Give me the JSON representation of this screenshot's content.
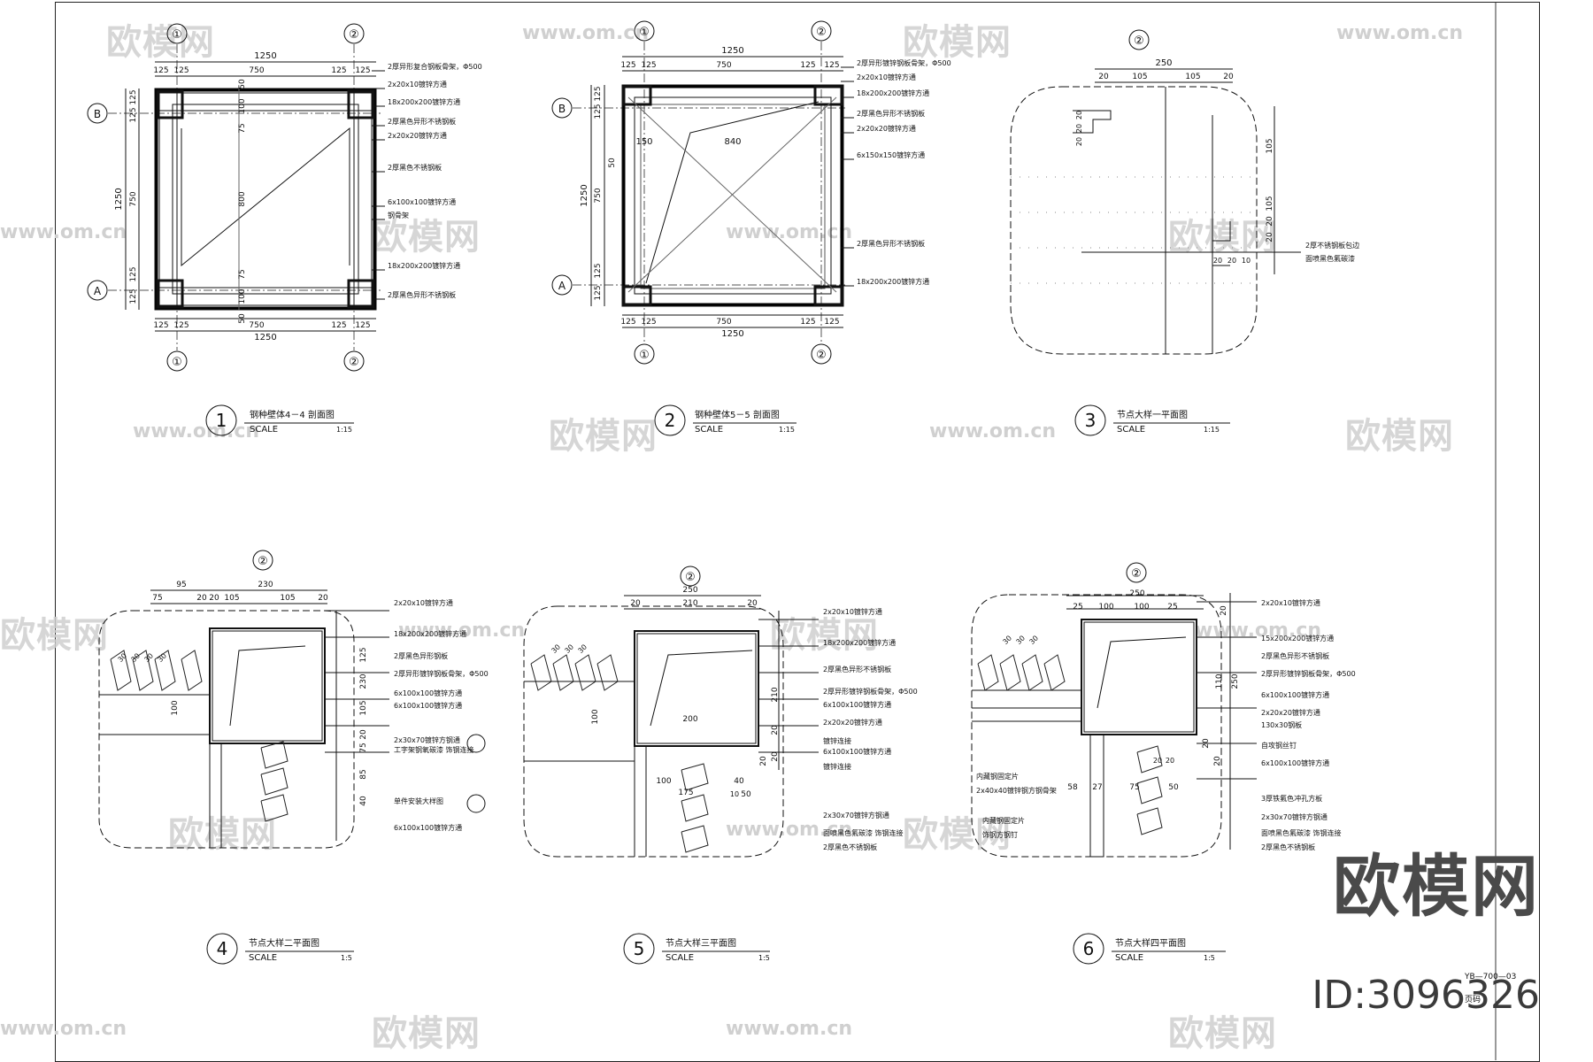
{
  "watermark": {
    "brand": "欧模网",
    "url": "www.om.cn",
    "id_text": "ID:3096326"
  },
  "drawings": [
    {
      "num": "1",
      "title": "钢种壁体4－4 剖面图",
      "scale_label": "SCALE",
      "scale": "1:15",
      "dims": {
        "top_total": "1250",
        "top": [
          "125",
          "125",
          "750",
          "125",
          "125"
        ],
        "bottom": [
          "125",
          "125",
          "750",
          "125",
          "125"
        ],
        "bottom_total": "1250",
        "left_total": "1250",
        "left": [
          "125",
          "125",
          "750",
          "125",
          "125"
        ],
        "inner": [
          "50",
          "100",
          "75",
          "800",
          "75",
          "100",
          "50"
        ]
      },
      "axes": [
        "①",
        "②",
        "Ⓑ",
        "Ⓐ"
      ],
      "notes": [
        "2厚异形复合钢板骨架，Φ500",
        "2x20x10镀锌方通",
        "18x200x200镀锌方通",
        "2厚黑色异形不锈钢板",
        "2x20x20镀锌方通",
        "2厚黑色不锈钢板",
        "6x100x100镀锌方通",
        "钢骨架",
        "18x200x200镀锌方通",
        "2厚黑色异形不锈钢板"
      ]
    },
    {
      "num": "2",
      "title": "钢种壁体5－5 剖面图",
      "scale_label": "SCALE",
      "scale": "1:15",
      "dims": {
        "top_total": "1250",
        "top": [
          "125",
          "125",
          "750",
          "125",
          "125"
        ],
        "bottom": [
          "125",
          "125",
          "750",
          "125",
          "125"
        ],
        "bottom_total": "1250",
        "left_total": "1250",
        "left": [
          "125",
          "125",
          "750",
          "125",
          "125"
        ],
        "inner": [
          "150",
          "840",
          "50"
        ]
      },
      "notes": [
        "2厚异形镀锌钢板骨架，Φ500",
        "2x20x10镀锌方通",
        "18x200x200镀锌方通",
        "2厚黑色异形不锈钢板",
        "2x20x20镀锌方通",
        "6x150x150镀锌方通",
        "2厚黑色异形不锈钢板",
        "18x200x200镀锌方通"
      ]
    },
    {
      "num": "3",
      "title": "节点大样一平面图",
      "scale_label": "SCALE",
      "scale": "1:15",
      "dims": {
        "top_total": "250",
        "top": [
          "20",
          "105",
          "105",
          "20"
        ],
        "left": [
          "20",
          "20",
          "20"
        ],
        "right": [
          "105",
          "105",
          "20",
          "20"
        ],
        "bottom": [
          "20",
          "20",
          "10"
        ]
      },
      "notes": [
        "2厚不锈钢板包边",
        "面喷黑色氟碳漆"
      ]
    },
    {
      "num": "4",
      "title": "节点大样二平面图",
      "scale_label": "SCALE",
      "scale": "1:5",
      "dims": {
        "top": [
          "95",
          "230",
          "75",
          "20",
          "20",
          "105",
          "105",
          "20"
        ],
        "right": [
          "125",
          "230",
          "105",
          "20",
          "75",
          "85",
          "40"
        ],
        "inner": [
          "100",
          "30",
          "30",
          "30",
          "30"
        ]
      },
      "notes": [
        "2x20x10镀锌方通",
        "18x200x200镀锌方通",
        "2厚黑色异形钢板",
        "2厚异形镀锌钢板骨架，Φ500",
        "6x100x100镀锌方通",
        "6x100x100镀锌方通",
        "2x30x70镀锌方钢通",
        "工字架钢氧碳漆  饰钢连接",
        "单件安装大样图",
        "6x100x100镀锌方通"
      ]
    },
    {
      "num": "5",
      "title": "节点大样三平面图",
      "scale_label": "SCALE",
      "scale": "1:5",
      "dims": {
        "top": [
          "250",
          "210",
          "20",
          "20"
        ],
        "right": [
          "210",
          "20",
          "20"
        ],
        "inner": [
          "100",
          "200",
          "100",
          "175",
          "40",
          "10",
          "50",
          "20",
          "30",
          "30",
          "30"
        ]
      },
      "notes": [
        "2x20x10镀锌方通",
        "18x200x200镀锌方通",
        "2厚黑色异形不锈钢板",
        "2厚异形镀锌钢板骨架，Φ500",
        "6x100x100镀锌方通",
        "2x20x20镀锌方通",
        "镀锌连接",
        "6x100x100镀锌方通",
        "镀锌连接",
        "2x30x70镀锌方钢通",
        "面喷黑色氟碳漆  饰钢连接",
        "2厚黑色不锈钢板"
      ]
    },
    {
      "num": "6",
      "title": "节点大样四平面图",
      "scale_label": "SCALE",
      "scale": "1:5",
      "dims": {
        "top": [
          "250",
          "25",
          "100",
          "100",
          "25"
        ],
        "right": [
          "20",
          "110",
          "250",
          "20",
          "20"
        ],
        "inner": [
          "30",
          "30",
          "30",
          "58",
          "27",
          "75",
          "50",
          "20",
          "20"
        ]
      },
      "notes": [
        "2x20x10镀锌方通",
        "15x200x200镀锌方通",
        "2厚黑色异形不锈钢板",
        "2厚异形镀锌钢板骨架，Φ500",
        "6x100x100镀锌方通",
        "2x20x20镀锌方通",
        "130x30钢板",
        "自攻钢丝钉",
        "6x100x100镀锌方通",
        "3厚铁氟色冲孔方板",
        "2x30x70镀锌方钢通",
        "面喷黑色氟碳漆  饰钢连接",
        "2厚黑色不锈钢板",
        "内藏钢固定片",
        "2x40x40镀锌钢方钢骨架",
        "内藏钢固定片",
        "饰钢方钢钉"
      ]
    }
  ],
  "titleblock": {
    "code": "YB—700—03",
    "page": "页码"
  }
}
